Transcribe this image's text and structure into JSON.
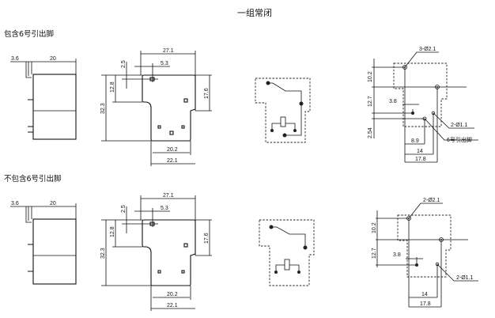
{
  "title": "一组常闭",
  "sections": [
    {
      "label": "包含6号引出脚",
      "side": {
        "d1": "3.6",
        "d2": "20"
      },
      "top": {
        "w": "27.1",
        "h": "32.3",
        "a": "12.8",
        "b": "17.6",
        "c": "2.5",
        "d": "5.3",
        "e": "20.2",
        "f": "22.1"
      },
      "holes": {
        "big": "3-Ø2.1",
        "small": "2-Ø1.1",
        "pin6": "6号引出脚",
        "v1": "10.2",
        "v2": "12.7",
        "v3": "2.54",
        "h1": "3.8",
        "h2": "8.9",
        "h3": "14",
        "h4": "17.8"
      }
    },
    {
      "label": "不包含6号引出脚",
      "side": {
        "d1": "3.6",
        "d2": "20"
      },
      "top": {
        "w": "27.1",
        "h": "32.3",
        "a": "12.8",
        "b": "17.6",
        "c": "2.5",
        "d": "5.3",
        "e": "20.2",
        "f": "22.1"
      },
      "holes": {
        "big": "2-Ø2.1",
        "small": "2-Ø1.1",
        "v1": "10.2",
        "v2": "12.7",
        "h1": "3.8",
        "h3": "14",
        "h4": "17.8"
      }
    }
  ]
}
